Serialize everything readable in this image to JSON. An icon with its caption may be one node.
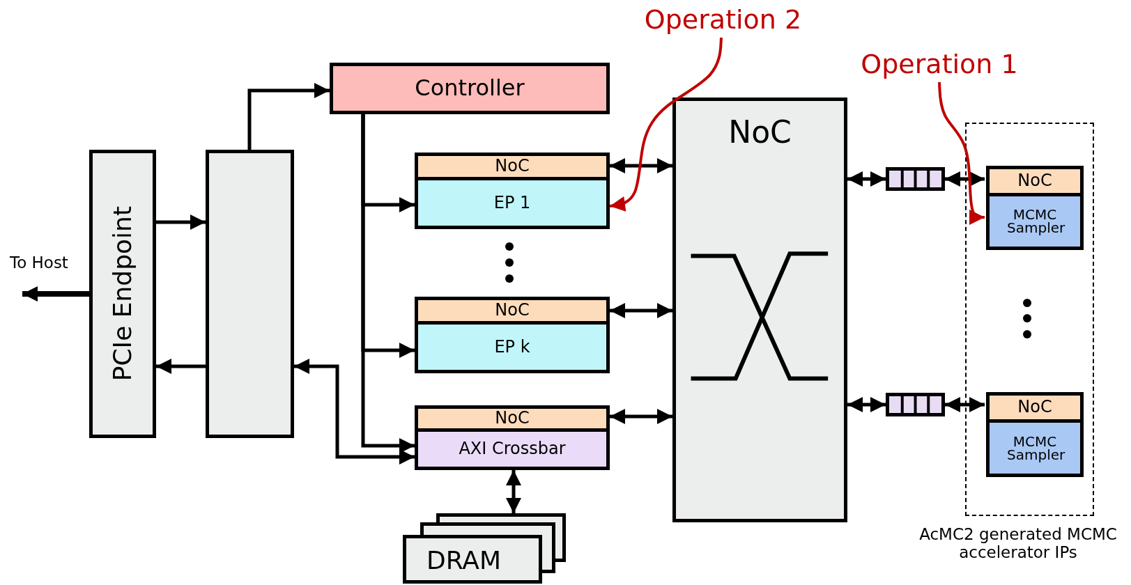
{
  "diagram": {
    "nodes": [
      {
        "text": [
          "PCIe Endpoint"
        ]
      },
      {
        "text": [],
        "shape": "box"
      },
      {
        "text": [
          "Controller"
        ]
      },
      {
        "text": [
          "NoC"
        ]
      },
      {
        "text": [
          "EP 1"
        ]
      },
      {
        "text": [
          "NoC"
        ]
      },
      {
        "text": [
          "EP k"
        ]
      },
      {
        "text": [
          "NoC"
        ]
      },
      {
        "text": [
          "AXI Crossbar"
        ]
      },
      {
        "text": [
          "DRAM"
        ]
      },
      {
        "text": [
          "NoC"
        ]
      },
      {
        "text": [],
        "shape": "box",
        "beside": [
          "AcMC2 generated MCMC accelerator IPs"
        ]
      },
      {
        "text": [],
        "shape": "box"
      },
      {
        "text": [],
        "shape": "box"
      },
      {
        "text": [
          "NoC"
        ],
        "in": 11
      },
      {
        "text": [
          "MCMC Sampler"
        ],
        "in": 11
      },
      {
        "text": [
          "NoC"
        ],
        "in": 11
      },
      {
        "text": [
          "MCMC Sampler"
        ],
        "in": 11
      },
      {
        "text": [
          "Operation 2"
        ]
      },
      {
        "text": [
          "Operation 1"
        ]
      }
    ],
    "edges": [
      {
        "from": 0,
        "to": 1,
        "arrow": "to"
      },
      {
        "from": 1,
        "to": 0,
        "arrow": "to"
      },
      {
        "from": 1,
        "to": 2,
        "arrow": "to"
      },
      {
        "from": 2,
        "to": 4,
        "arrow": "to"
      },
      {
        "from": 2,
        "to": 6,
        "arrow": "to"
      },
      {
        "from": 2,
        "to": 8,
        "arrow": "to"
      },
      {
        "from": 1,
        "to": 8,
        "arrow": "both"
      },
      {
        "from": 3,
        "to": 10,
        "arrow": "both"
      },
      {
        "from": 5,
        "to": 10,
        "arrow": "both"
      },
      {
        "from": 7,
        "to": 10,
        "arrow": "both"
      },
      {
        "from": 10,
        "to": 12,
        "arrow": "both"
      },
      {
        "from": 12,
        "to": 14,
        "arrow": "both"
      },
      {
        "from": 10,
        "to": 13,
        "arrow": "both"
      },
      {
        "from": 13,
        "to": 16,
        "arrow": "both"
      },
      {
        "from": 8,
        "to": 9,
        "arrow": "both"
      },
      {
        "from": 0,
        "to": null,
        "arrow": "to",
        "label": "To Host"
      },
      {
        "from": 18,
        "to": 4,
        "arrow": "to",
        "color": "#c00000"
      },
      {
        "from": 19,
        "to": 15,
        "arrow": "to",
        "color": "#c00000"
      }
    ]
  }
}
